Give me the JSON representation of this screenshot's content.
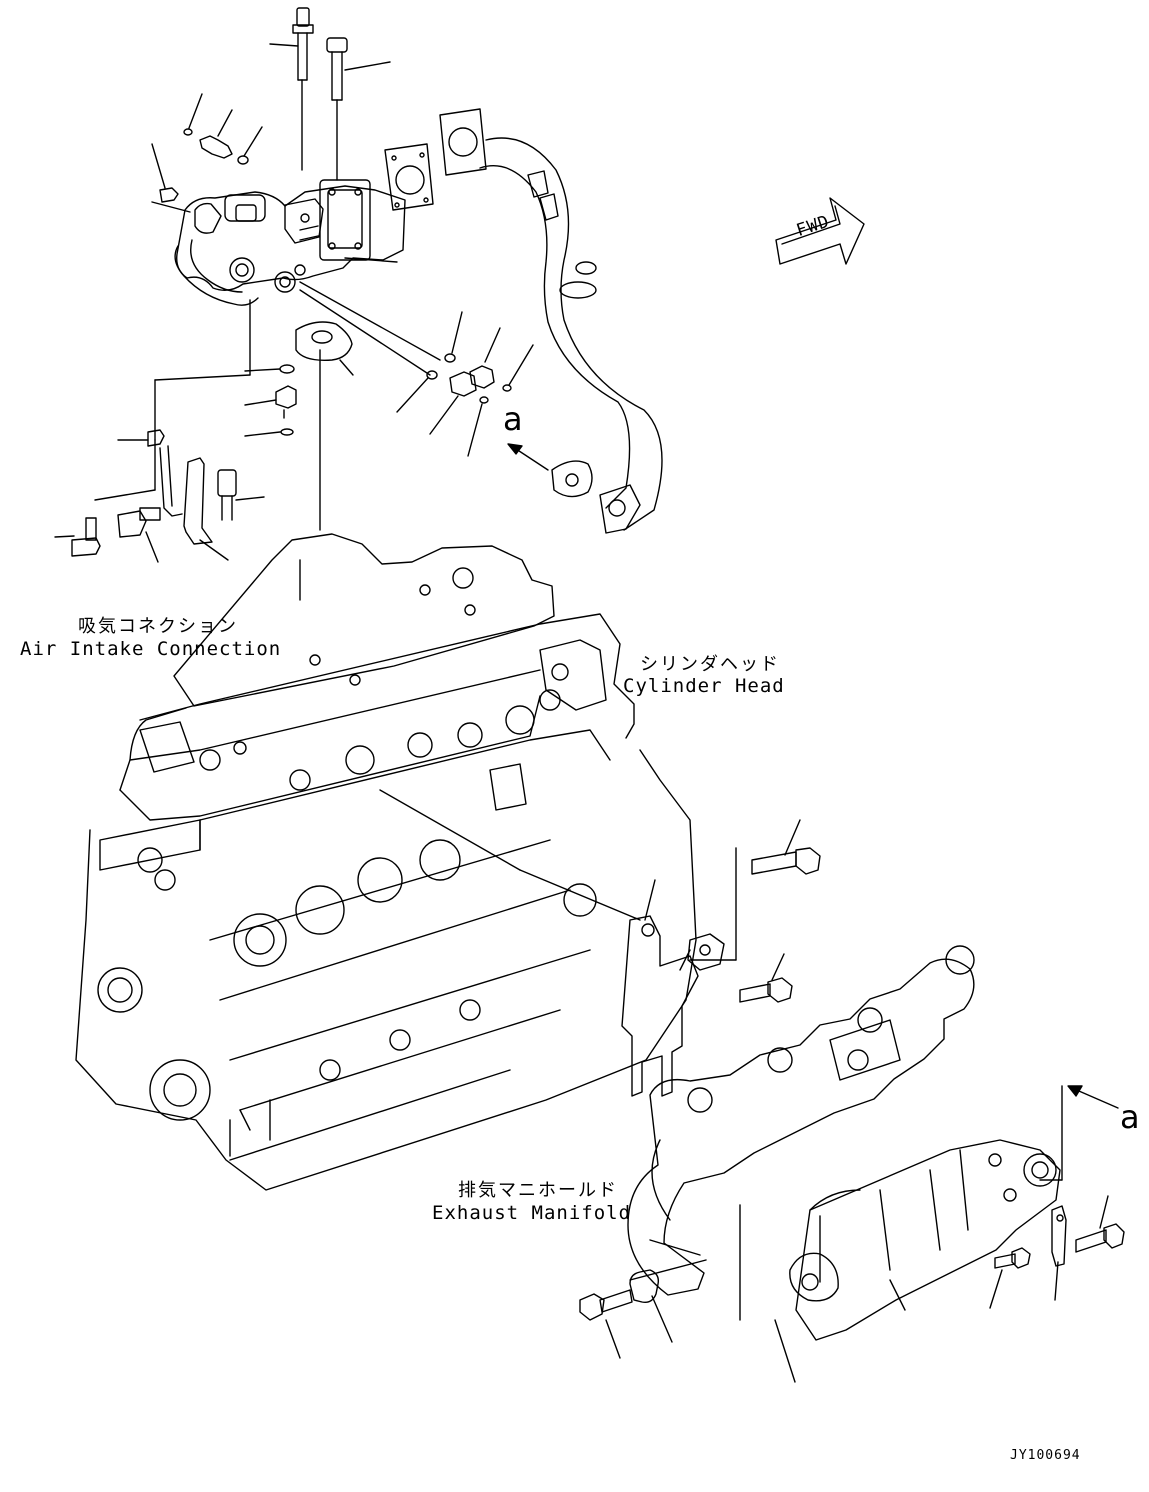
{
  "labels": {
    "air_intake_jp": "吸気コネクション",
    "air_intake_en": "Air Intake Connection",
    "cylinder_head_jp": "シリンダヘッド",
    "cylinder_head_en": "Cylinder Head",
    "exhaust_manifold_jp": "排気マニホールド",
    "exhaust_manifold_en": "Exhaust Manifold"
  },
  "fwd_arrow": "FWD",
  "view_marker_top": "a",
  "view_marker_right": "a",
  "figure_id": "JY100694",
  "line_color": "#000000"
}
